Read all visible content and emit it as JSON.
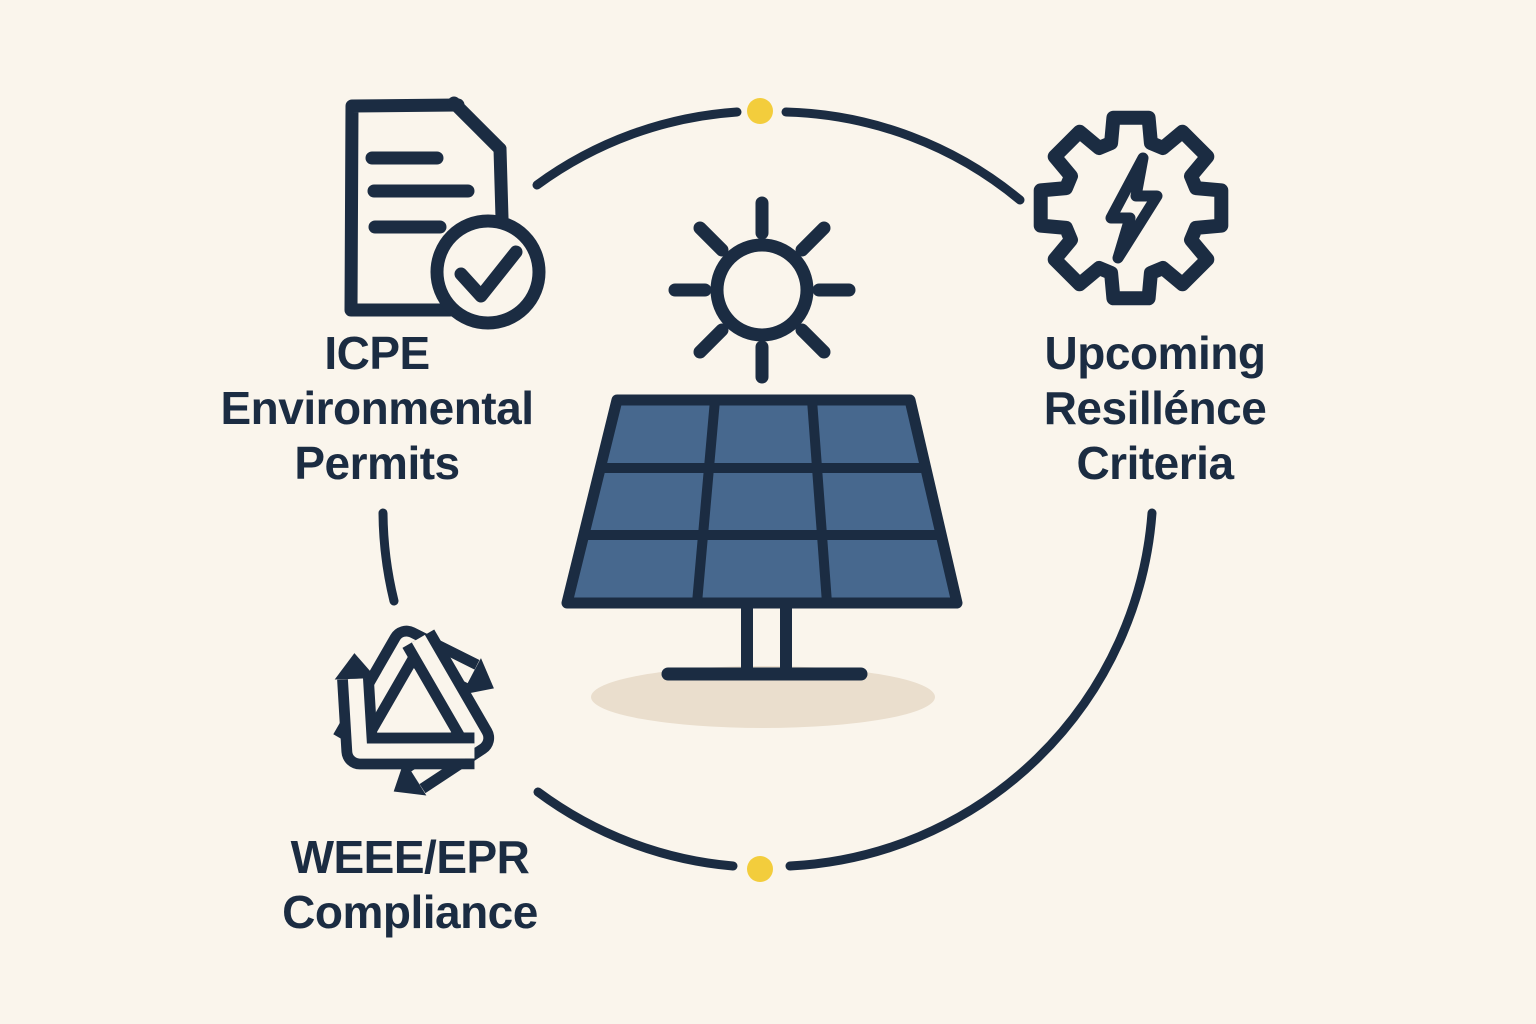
{
  "colors": {
    "background": "#faf5ec",
    "navy": "#1b2c42",
    "panel-blue": "#47688e",
    "yellow": "#f3cd3c",
    "shadow": "#eadecd"
  },
  "nodes": {
    "permits": {
      "label": "ICPE\nEnvironmental\nPermits",
      "icon": "document-check-icon"
    },
    "resilience": {
      "label": "Upcoming\nResillénce\nCriteria",
      "icon": "gear-bolt-icon"
    },
    "weee": {
      "label": "WEEE/EPR\nCompliance",
      "icon": "recycle-icon"
    }
  },
  "center": {
    "icon": "solar-panel-with-sun"
  },
  "connector": {
    "shape": "circle",
    "dot_count": 2
  }
}
